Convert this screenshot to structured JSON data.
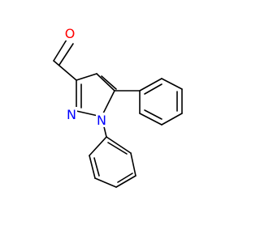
{
  "molecule": {
    "atoms": [
      {
        "id": "O",
        "label": "O",
        "color": "#ff0000"
      },
      {
        "id": "N2",
        "label": "N",
        "color": "#0000ff"
      },
      {
        "id": "N1",
        "label": "N",
        "color": "#0000ff"
      }
    ],
    "bond_color": "#000000"
  }
}
